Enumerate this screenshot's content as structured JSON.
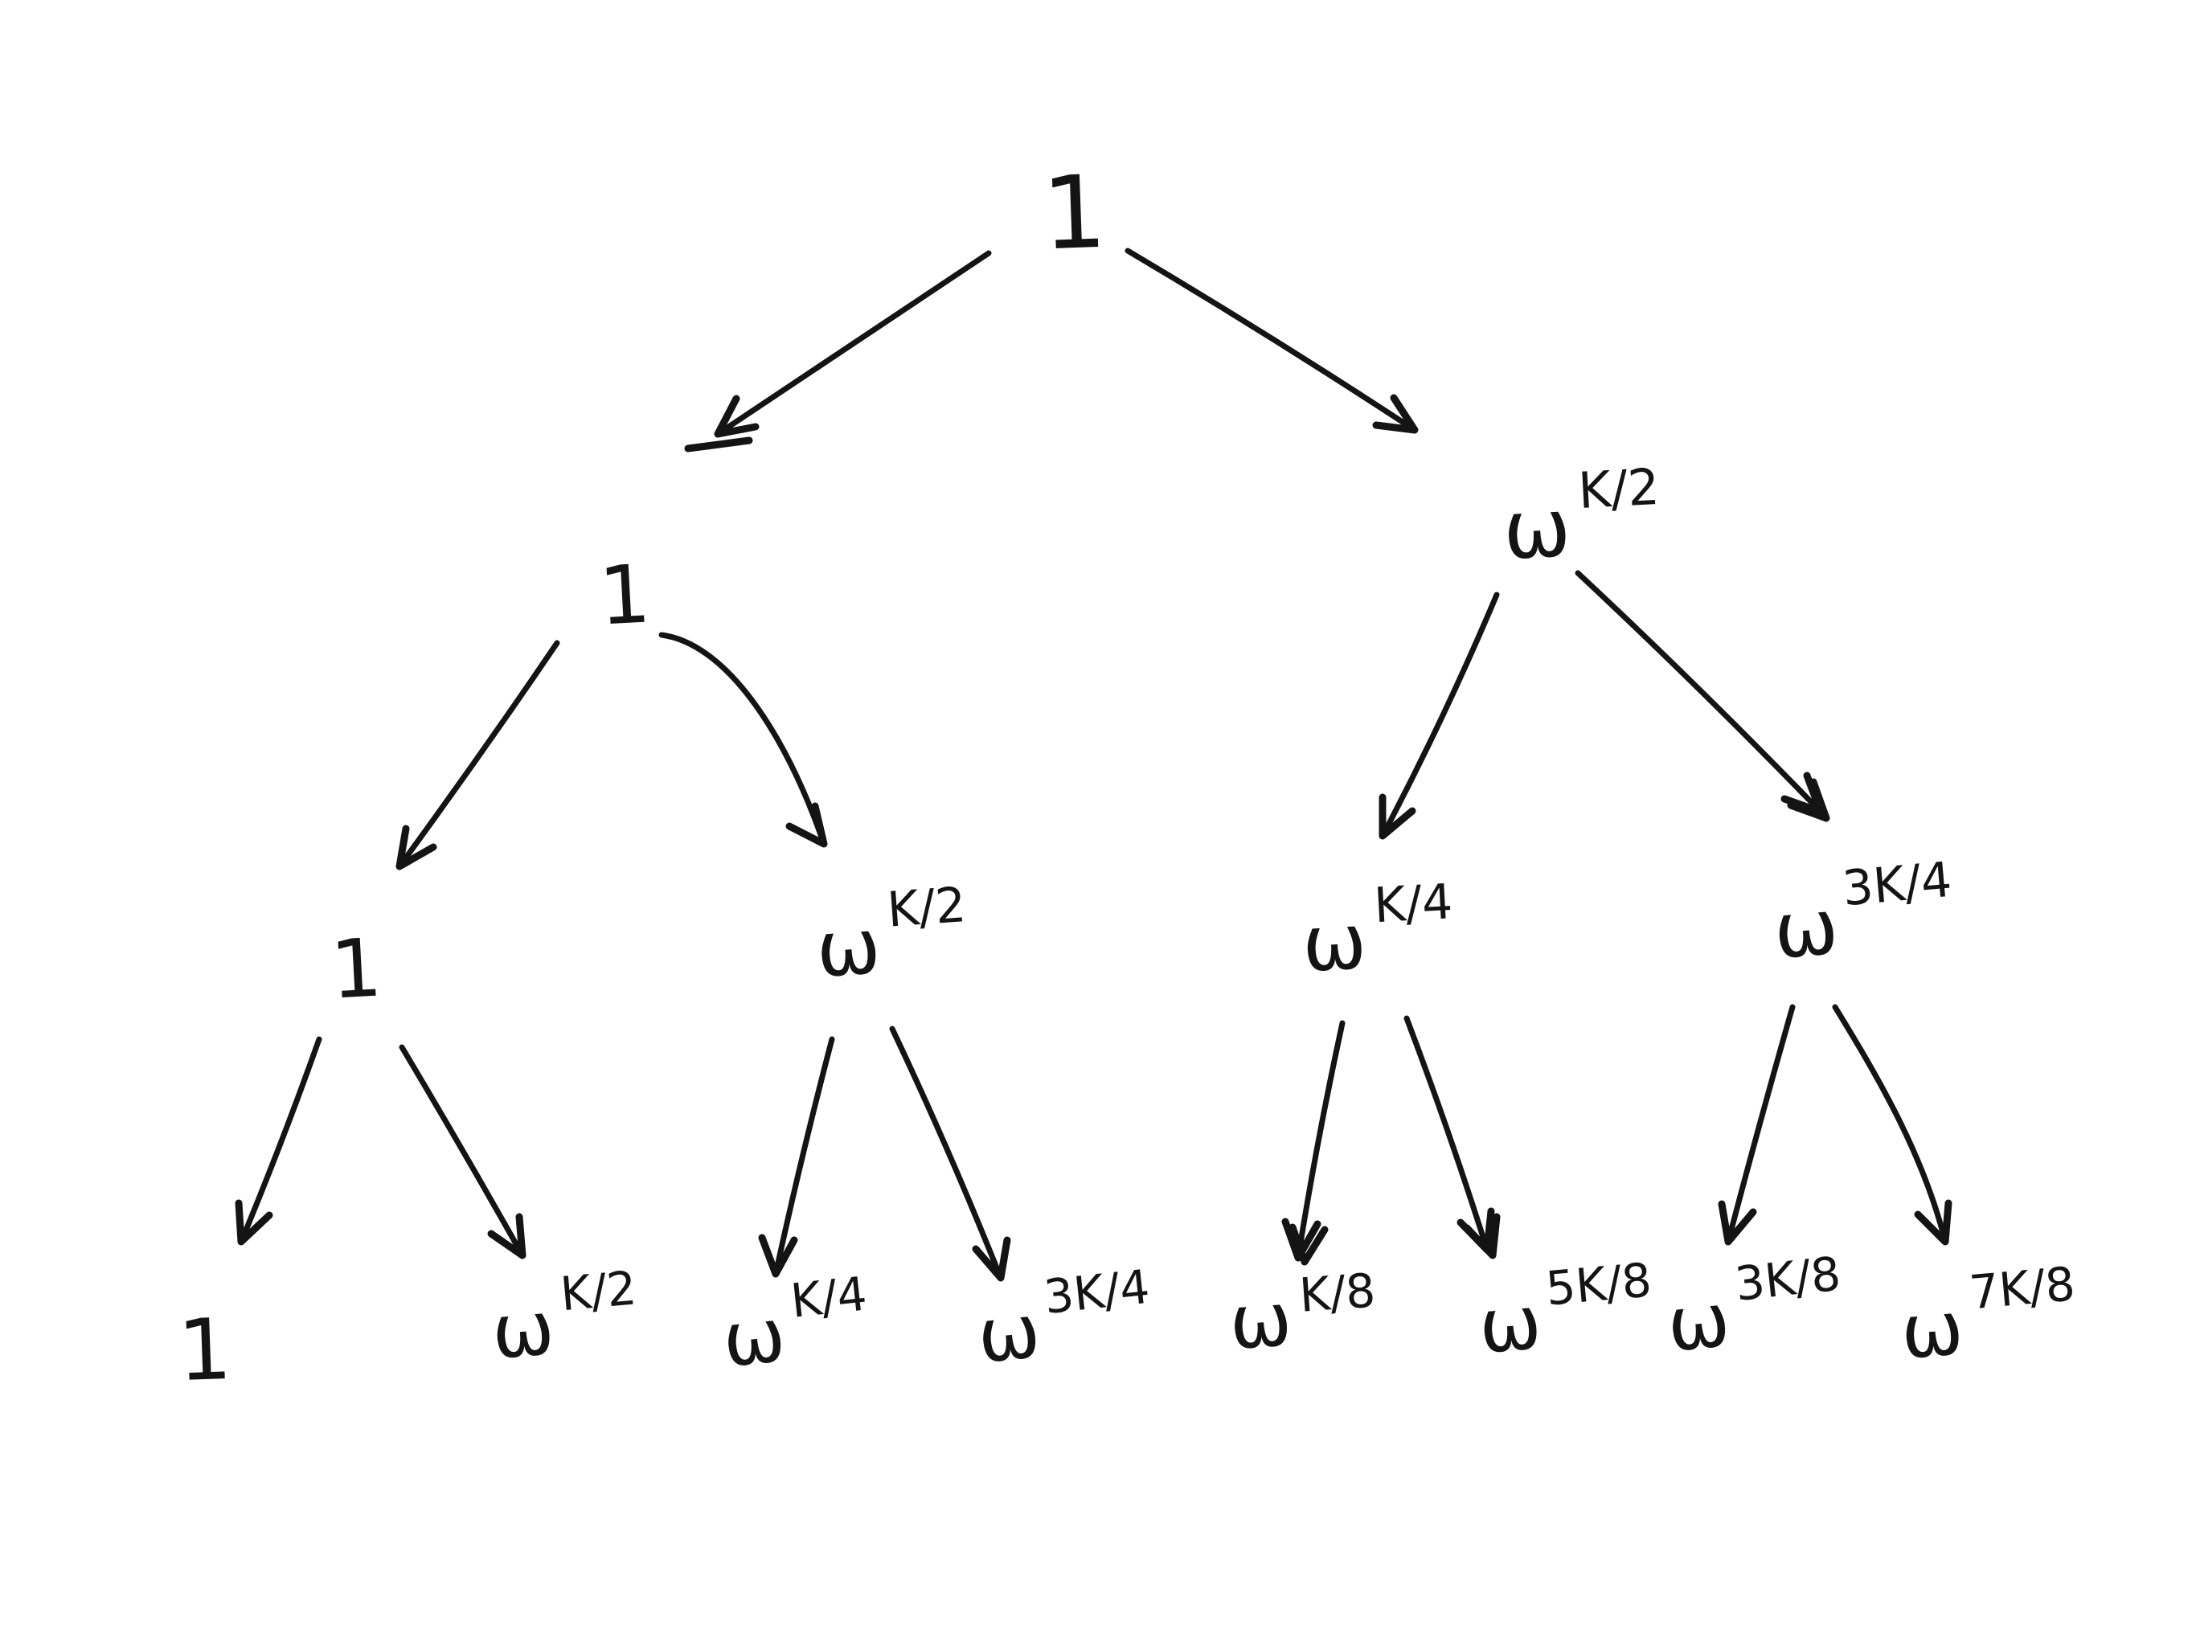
{
  "canvas": {
    "background": "#ffffff",
    "ink": "#141414"
  },
  "diagram": {
    "type": "binary-tree",
    "description": "Hand-drawn recursion tree of FFT twiddle factors (powers of omega)",
    "nodes": {
      "root": {
        "base": "1",
        "sup": ""
      },
      "l": {
        "base": "1",
        "sup": ""
      },
      "r": {
        "base": "ω",
        "sup": "K/2"
      },
      "ll": {
        "base": "1",
        "sup": ""
      },
      "lr": {
        "base": "ω",
        "sup": "K/2"
      },
      "rl": {
        "base": "ω",
        "sup": "K/4"
      },
      "rr": {
        "base": "ω",
        "sup": "3K/4"
      },
      "lll": {
        "base": "1",
        "sup": ""
      },
      "llr": {
        "base": "ω",
        "sup": "K/2"
      },
      "lrl": {
        "base": "ω",
        "sup": "K/4"
      },
      "lrr": {
        "base": "ω",
        "sup": "3K/4"
      },
      "rll": {
        "base": "ω",
        "sup": "K/8"
      },
      "rlr": {
        "base": "ω",
        "sup": "5K/8"
      },
      "rrl": {
        "base": "ω",
        "sup": "3K/8"
      },
      "rrr": {
        "base": "ω",
        "sup": "7K/8"
      }
    },
    "edges": [
      {
        "from": "root",
        "to": "l"
      },
      {
        "from": "root",
        "to": "r"
      },
      {
        "from": "l",
        "to": "ll"
      },
      {
        "from": "l",
        "to": "lr"
      },
      {
        "from": "r",
        "to": "rl"
      },
      {
        "from": "r",
        "to": "rr"
      },
      {
        "from": "ll",
        "to": "lll"
      },
      {
        "from": "ll",
        "to": "llr"
      },
      {
        "from": "lr",
        "to": "lrl"
      },
      {
        "from": "lr",
        "to": "lrr"
      },
      {
        "from": "rl",
        "to": "rll"
      },
      {
        "from": "rl",
        "to": "rlr"
      },
      {
        "from": "rr",
        "to": "rrl"
      },
      {
        "from": "rr",
        "to": "rrr"
      }
    ]
  }
}
